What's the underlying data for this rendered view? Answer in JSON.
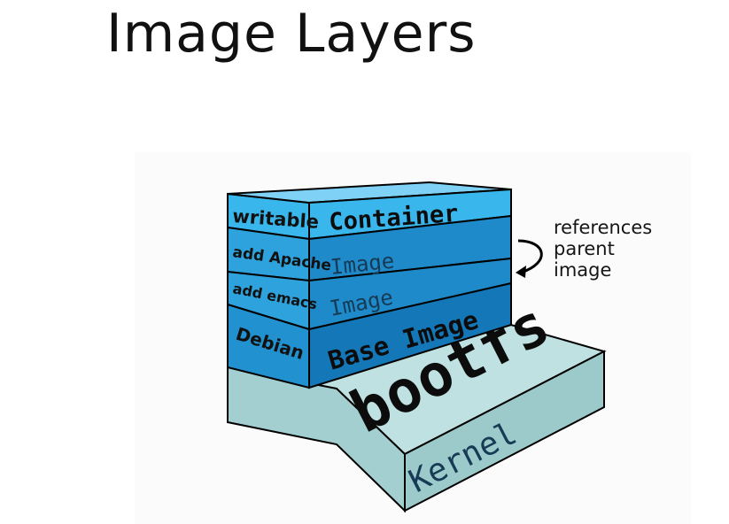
{
  "title": "Image Layers",
  "diagram": {
    "layers": [
      {
        "side_label": "writable",
        "face_label": "Container"
      },
      {
        "side_label": "add Apache",
        "face_label": "Image"
      },
      {
        "side_label": "add emacs",
        "face_label": "Image"
      },
      {
        "side_label": "Debian",
        "face_label": "Base Image"
      }
    ],
    "bootfs_label": "bootfs",
    "kernel_label": "Kernel",
    "annotation": [
      "references",
      "parent",
      "image"
    ]
  },
  "colors": {
    "container": "#39b6ec",
    "image_layer": "#1f8ac9",
    "base_image": "#1477b8",
    "kernel_base": "#a8d3d4",
    "outline": "#000000"
  }
}
